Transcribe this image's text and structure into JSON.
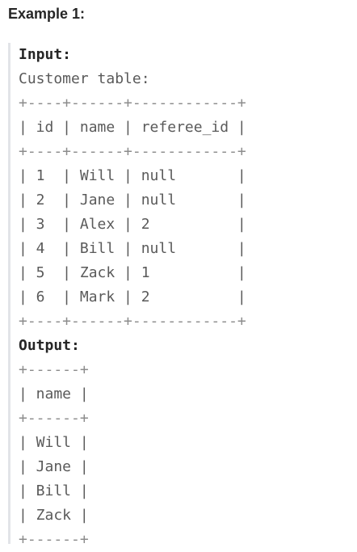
{
  "example": {
    "heading": "Example 1:",
    "input_label": "Input:",
    "table_caption": "Customer table:",
    "input_table": {
      "border": "+----+------+------------+",
      "header": "| id | name | referee_id |",
      "rows": [
        "| 1  | Will | null       |",
        "| 2  | Jane | null       |",
        "| 3  | Alex | 2          |",
        "| 4  | Bill | null       |",
        "| 5  | Zack | 1          |",
        "| 6  | Mark | 2          |"
      ]
    },
    "output_label": "Output:",
    "output_table": {
      "border": "+------+",
      "header": "| name |",
      "rows": [
        "| Will |",
        "| Jane |",
        "| Bill |",
        "| Zack |"
      ]
    }
  }
}
